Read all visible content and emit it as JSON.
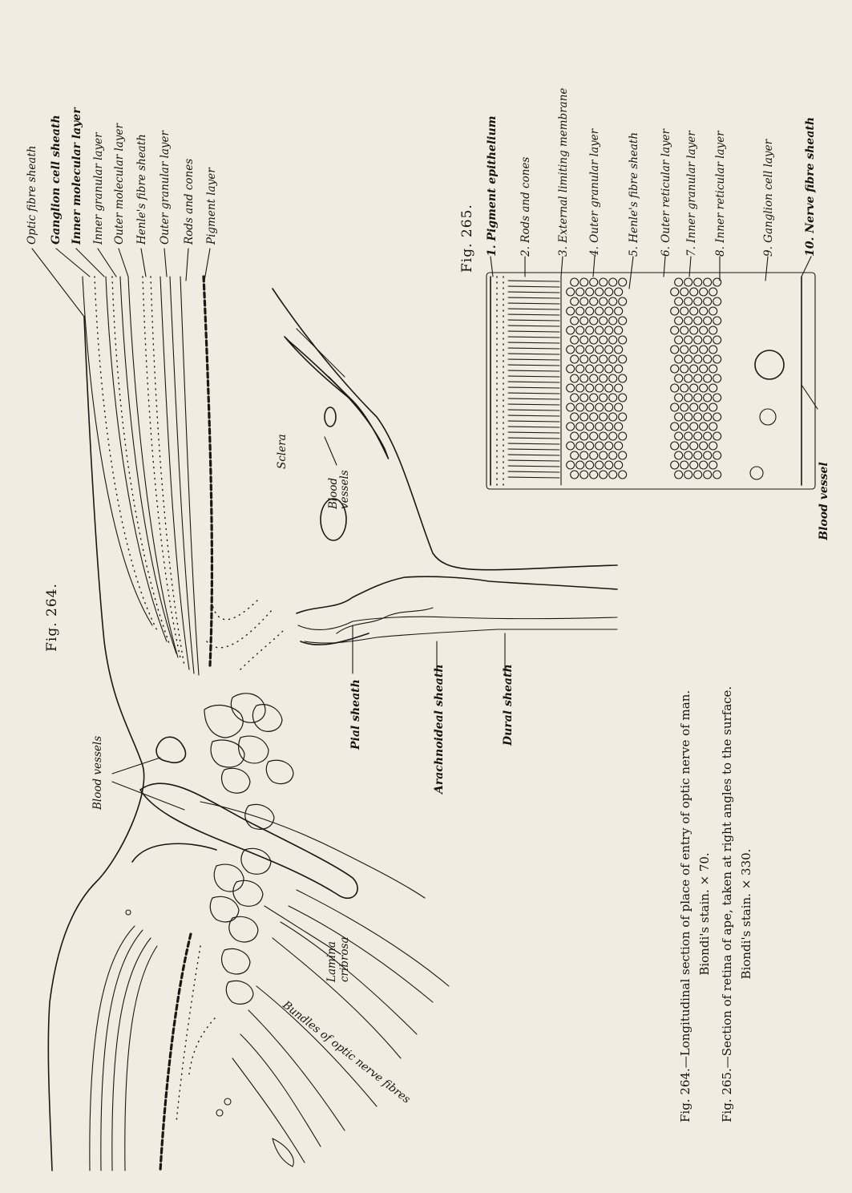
{
  "fig264": {
    "title": "Fig. 264.",
    "layers": [
      "Optic fibre sheath",
      "Ganglion cell sheath",
      "Inner molecular layer",
      "Inner granular layer",
      "Outer molecular layer",
      "Henle's fibre sheath",
      "Outer granular layer",
      "Rods and cones",
      "Pigment layer"
    ],
    "sclera": "Sclera",
    "blood_vessels_small": [
      "Blood",
      "vessels"
    ],
    "blood_vessels": "Blood vessels",
    "pial_sheath": "Pial sheath",
    "arachnoideal_sheath": "Arachnoideal sheath",
    "dural_sheath": "Dural sheath",
    "lamina_cribrosa": [
      "Lamina",
      "cribrosa"
    ],
    "bundles": "Bundles of optic nerve fibres"
  },
  "fig265": {
    "title": "Fig. 265.",
    "layers": [
      {
        "num": "1.",
        "label": "Pigment epithelium"
      },
      {
        "num": "2.",
        "label": "Rods and cones"
      },
      {
        "num": "3.",
        "label": "External limiting membrane"
      },
      {
        "num": "4.",
        "label": "Outer granular layer"
      },
      {
        "num": "5.",
        "label": "Henle's fibre sheath"
      },
      {
        "num": "6.",
        "label": "Outer reticular layer"
      },
      {
        "num": "7.",
        "label": "Inner granular layer"
      },
      {
        "num": "8.",
        "label": "Inner reticular layer"
      },
      {
        "num": "9.",
        "label": "Ganglion cell layer"
      },
      {
        "num": "10.",
        "label": "Nerve fibre sheath"
      }
    ],
    "blood_vessel": "Blood vessel"
  },
  "captions": [
    "Fig. 264.—Longitudinal section of place of entry of optic nerve of man.",
    "Biondi's stain. × 70.",
    "Fig. 265.—Section of retina of ape, taken at right angles to the surface.",
    "Biondi's stain. × 330."
  ]
}
